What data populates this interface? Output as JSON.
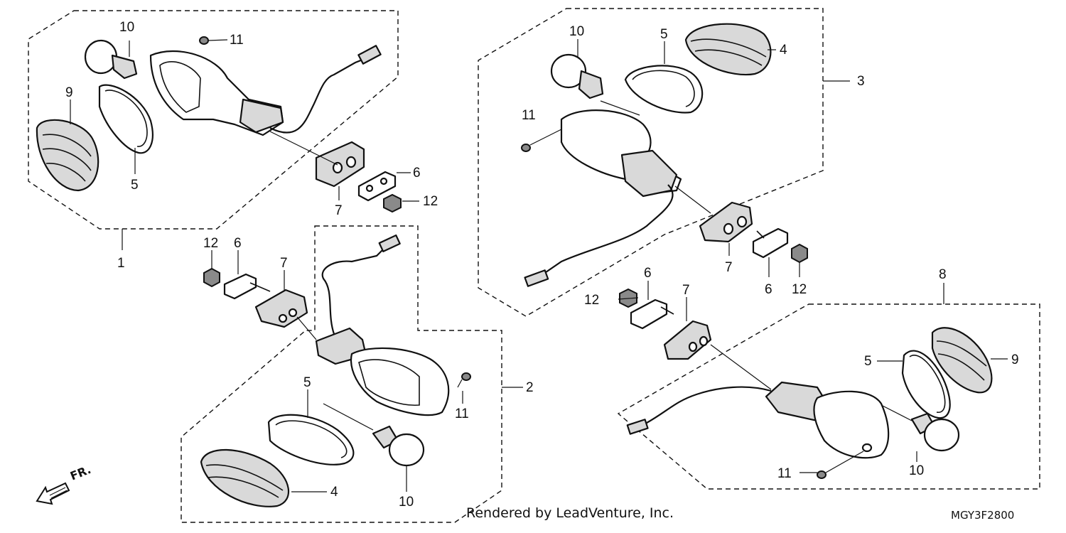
{
  "footer": {
    "credit": "Rendered by LeadVenture, Inc.",
    "diagram_code": "MGY3F2800"
  },
  "front_indicator": {
    "label": "FR.",
    "icon": "front-arrow-icon"
  },
  "assemblies": [
    {
      "id": "assembly-1",
      "callouts": [
        "1",
        "10",
        "11",
        "9",
        "5",
        "6",
        "7",
        "12"
      ]
    },
    {
      "id": "assembly-2",
      "callouts": [
        "2",
        "12",
        "6",
        "7",
        "5",
        "11",
        "4",
        "10"
      ]
    },
    {
      "id": "assembly-3",
      "callouts": [
        "3",
        "10",
        "5",
        "4",
        "11",
        "7",
        "6",
        "12"
      ]
    },
    {
      "id": "assembly-8",
      "callouts": [
        "8",
        "12",
        "6",
        "7",
        "5",
        "9",
        "11",
        "10"
      ]
    }
  ]
}
